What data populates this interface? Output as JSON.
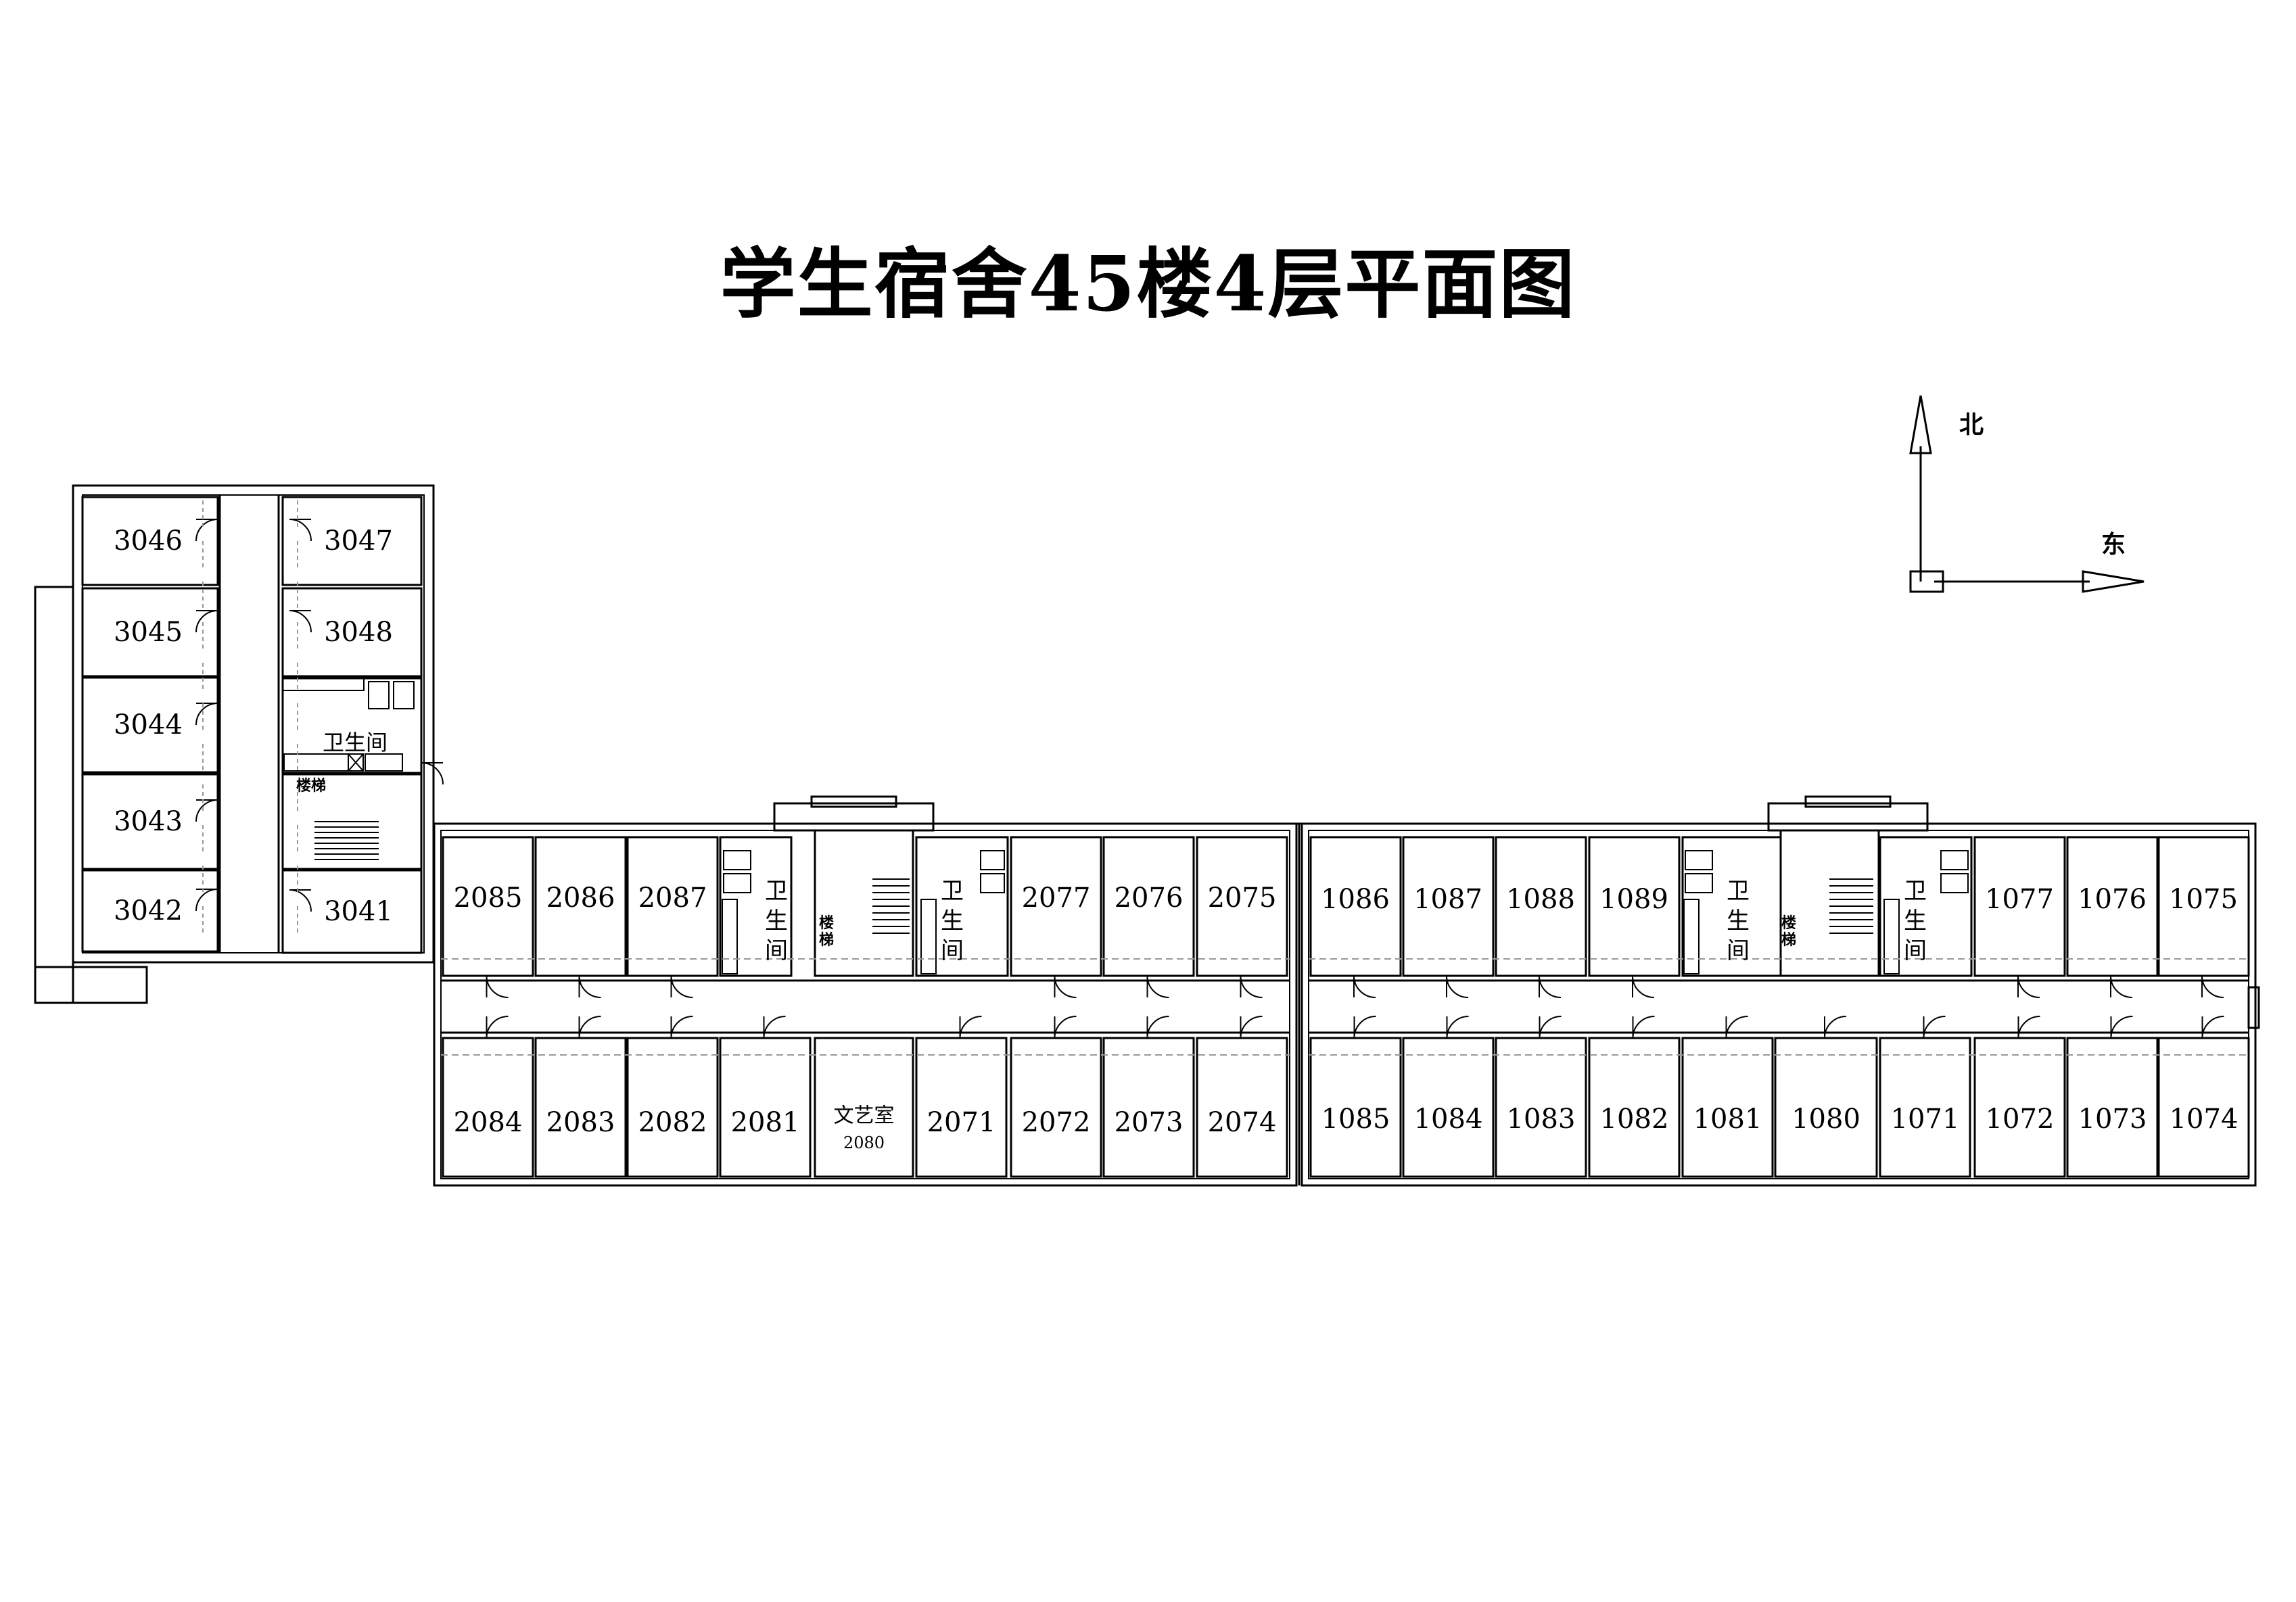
{
  "title": "学生宿舍45楼4层平面图",
  "compass": {
    "north": "北",
    "east": "东"
  },
  "west_wing": {
    "rooms_left": [
      "3046",
      "3045",
      "3044",
      "3043",
      "3042"
    ],
    "rooms_right": [
      "3047",
      "3048",
      "3041"
    ],
    "toilet": "卫生间",
    "stairs": "楼梯"
  },
  "section_2": {
    "north_rooms_left": [
      "2085",
      "2086",
      "2087"
    ],
    "north_rooms_right": [
      "2077",
      "2076",
      "2075"
    ],
    "south_rooms": [
      "2084",
      "2083",
      "2082",
      "2081",
      "2080",
      "2071",
      "2072",
      "2073",
      "2074"
    ],
    "art_room_label": "文艺室",
    "toilet_label": "卫生间",
    "stairs_label": "楼梯"
  },
  "section_1": {
    "north_rooms_left": [
      "1086",
      "1087",
      "1088",
      "1089"
    ],
    "north_rooms_right": [
      "1077",
      "1076",
      "1075"
    ],
    "south_rooms": [
      "1085",
      "1084",
      "1083",
      "1082",
      "1081",
      "1080",
      "1071",
      "1072",
      "1073",
      "1074"
    ],
    "toilet_label": "卫生间",
    "stairs_label": "楼梯"
  }
}
